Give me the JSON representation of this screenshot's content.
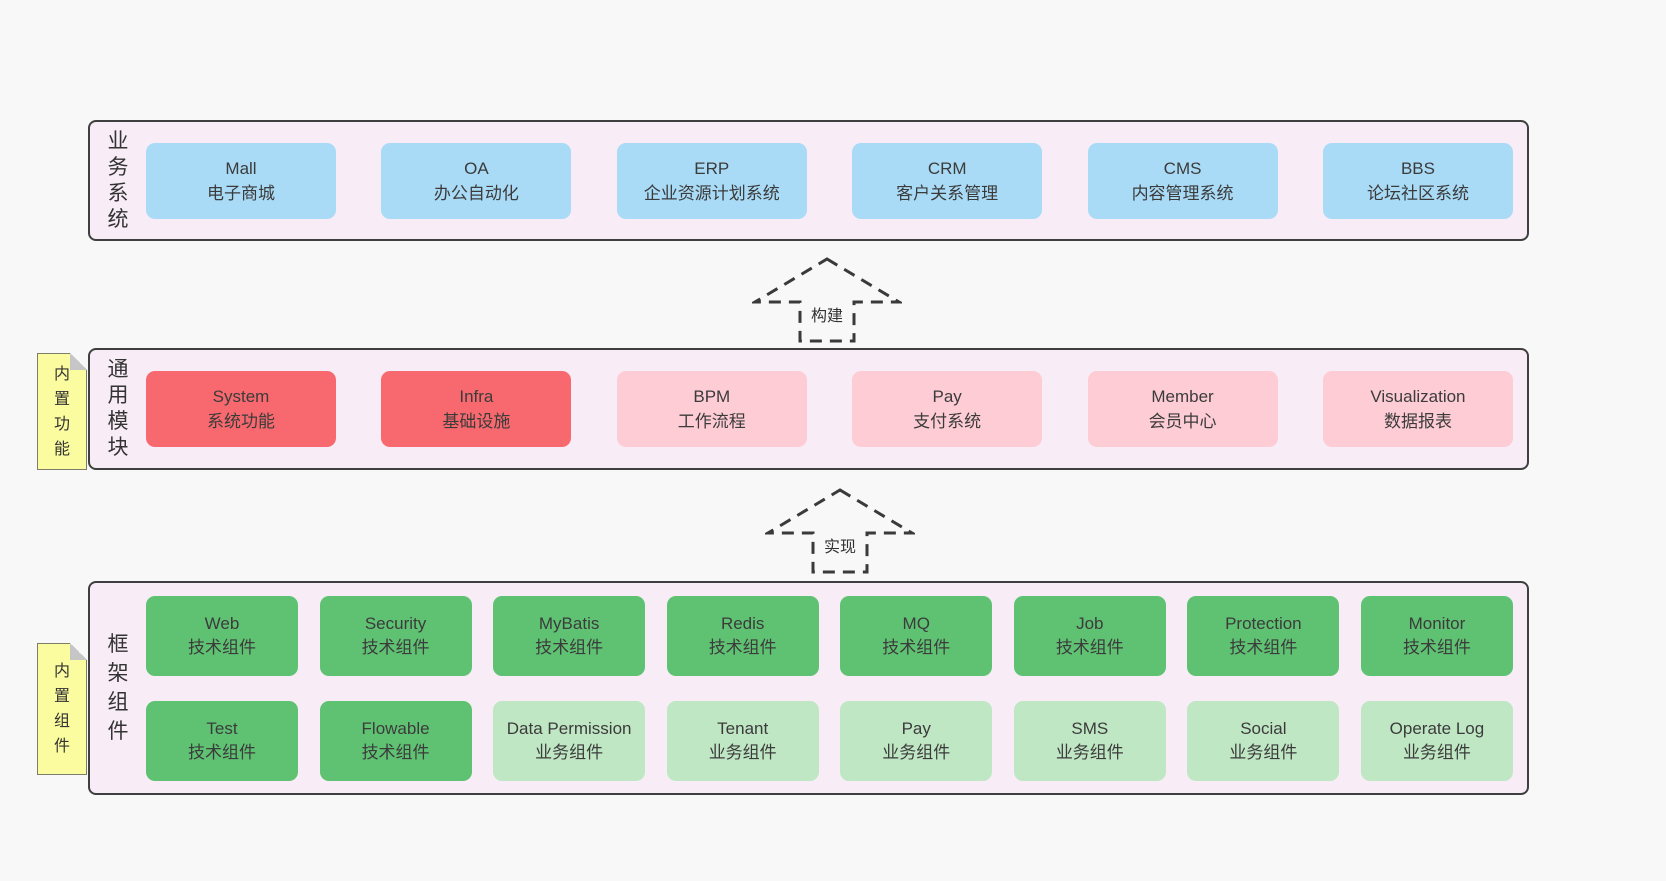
{
  "colors": {
    "page_bg": "#f8f8f8",
    "panel_bg": "#f8edf6",
    "panel_border": "#3f3f3f",
    "box_blue": "#a9dbf6",
    "box_red": "#f7696e",
    "box_pink": "#fdccd4",
    "box_green": "#5fc273",
    "box_light_green": "#c0e7c4",
    "sticky_yellow": "#fbfb9f",
    "sticky_fold_gray": "#c6c6c6",
    "text": "#3b3b3b"
  },
  "arrows": [
    {
      "label": "构建"
    },
    {
      "label": "实现"
    }
  ],
  "layers": {
    "business": {
      "label": "业务系统",
      "boxes": [
        {
          "title": "Mall",
          "subtitle": "电子商城"
        },
        {
          "title": "OA",
          "subtitle": "办公自动化"
        },
        {
          "title": "ERP",
          "subtitle": "企业资源计划系统"
        },
        {
          "title": "CRM",
          "subtitle": "客户关系管理"
        },
        {
          "title": "CMS",
          "subtitle": "内容管理系统"
        },
        {
          "title": "BBS",
          "subtitle": "论坛社区系统"
        }
      ]
    },
    "modules": {
      "label": "通用模块",
      "sticky": "内置功能",
      "boxes": [
        {
          "title": "System",
          "subtitle": "系统功能",
          "variant": "red"
        },
        {
          "title": "Infra",
          "subtitle": "基础设施",
          "variant": "red"
        },
        {
          "title": "BPM",
          "subtitle": "工作流程",
          "variant": "pink"
        },
        {
          "title": "Pay",
          "subtitle": "支付系统",
          "variant": "pink"
        },
        {
          "title": "Member",
          "subtitle": "会员中心",
          "variant": "pink"
        },
        {
          "title": "Visualization",
          "subtitle": "数据报表",
          "variant": "pink"
        }
      ]
    },
    "components": {
      "label": "框架组件",
      "sticky": "内置组件",
      "rows": [
        [
          {
            "title": "Web",
            "subtitle": "技术组件",
            "variant": "green"
          },
          {
            "title": "Security",
            "subtitle": "技术组件",
            "variant": "green"
          },
          {
            "title": "MyBatis",
            "subtitle": "技术组件",
            "variant": "green"
          },
          {
            "title": "Redis",
            "subtitle": "技术组件",
            "variant": "green"
          },
          {
            "title": "MQ",
            "subtitle": "技术组件",
            "variant": "green"
          },
          {
            "title": "Job",
            "subtitle": "技术组件",
            "variant": "green"
          },
          {
            "title": "Protection",
            "subtitle": "技术组件",
            "variant": "green"
          },
          {
            "title": "Monitor",
            "subtitle": "技术组件",
            "variant": "green"
          }
        ],
        [
          {
            "title": "Test",
            "subtitle": "技术组件",
            "variant": "green"
          },
          {
            "title": "Flowable",
            "subtitle": "技术组件",
            "variant": "green"
          },
          {
            "title": "Data Permission",
            "subtitle": "业务组件",
            "variant": "lightgreen"
          },
          {
            "title": "Tenant",
            "subtitle": "业务组件",
            "variant": "lightgreen"
          },
          {
            "title": "Pay",
            "subtitle": "业务组件",
            "variant": "lightgreen"
          },
          {
            "title": "SMS",
            "subtitle": "业务组件",
            "variant": "lightgreen"
          },
          {
            "title": "Social",
            "subtitle": "业务组件",
            "variant": "lightgreen"
          },
          {
            "title": "Operate Log",
            "subtitle": "业务组件",
            "variant": "lightgreen"
          }
        ]
      ]
    }
  }
}
